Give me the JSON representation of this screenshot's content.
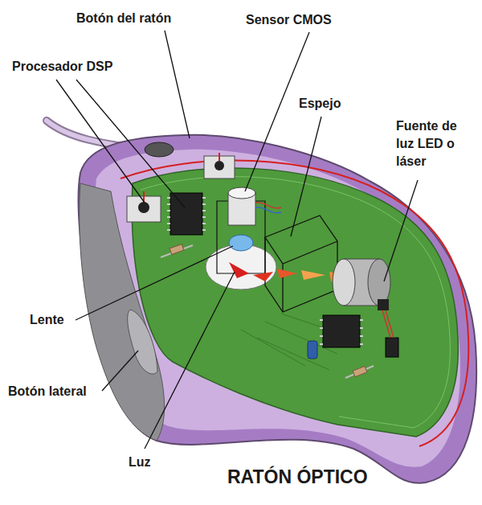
{
  "diagram": {
    "title": "RATÓN ÓPTICO",
    "labels": [
      "Botón del ratón",
      "Sensor CMOS",
      "Procesador DSP",
      "Espejo",
      "Fuente de luz LED o láser",
      "Lente",
      "Botón lateral",
      "Luz"
    ]
  }
}
